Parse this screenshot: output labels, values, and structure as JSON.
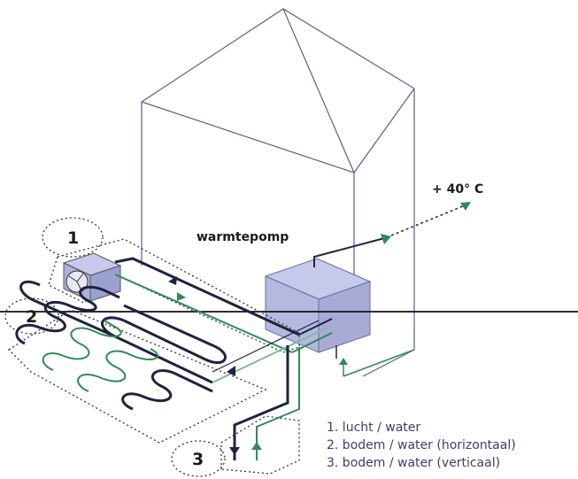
{
  "diagram": {
    "heatpump_label": "warmtepomp",
    "temperature_label": "+ 40° C",
    "system_numbers": [
      "1",
      "2",
      "3"
    ],
    "legend": [
      "1. lucht / water",
      "2. bodem / water (horizontaal)",
      "3. bodem / water (verticaal)"
    ]
  },
  "colors": {
    "house_outline": "#5a5f86",
    "heatpump_fill": "#b6b9df",
    "pipe_dark": "#1e2340",
    "pipe_green": "#2e8b57",
    "ground_line": "#111111",
    "dotted_outline": "#333333"
  }
}
